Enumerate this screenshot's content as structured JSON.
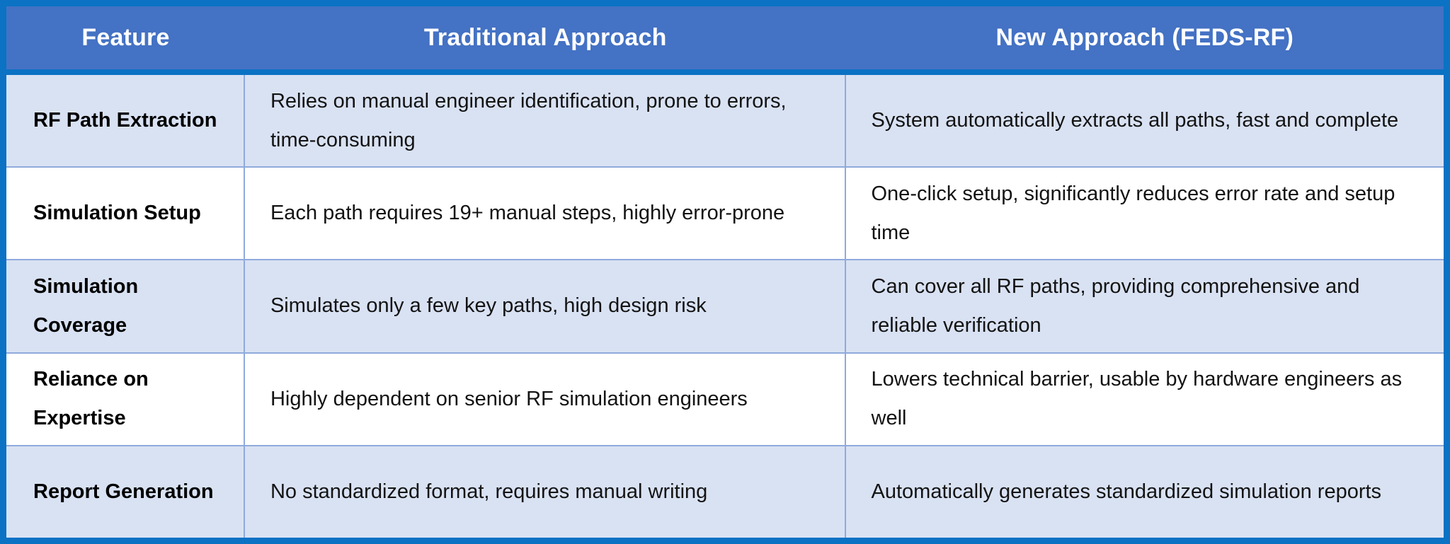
{
  "colors": {
    "outer_border": "#0b72c4",
    "header_fill": "#4472c4",
    "header_text": "#ffffff",
    "row_shade_fill": "#d9e2f3",
    "row_plain_fill": "#ffffff",
    "grid_line": "#8faadc",
    "body_text": "#131313"
  },
  "table": {
    "columns": [
      {
        "label": "Feature"
      },
      {
        "label": "Traditional Approach"
      },
      {
        "label": "New Approach (FEDS-RF)"
      }
    ],
    "rows": [
      {
        "feature": "RF Path Extraction",
        "traditional": "Relies on manual engineer identification, prone to errors, time-consuming",
        "new": "System automatically extracts all paths, fast and complete"
      },
      {
        "feature": "Simulation Setup",
        "traditional": "Each path requires 19+ manual steps, highly error-prone",
        "new": "One-click setup, significantly reduces error rate and setup time"
      },
      {
        "feature": "Simulation Coverage",
        "traditional": "Simulates only a few key paths, high design risk",
        "new": "Can cover all RF paths, providing comprehensive and reliable verification"
      },
      {
        "feature": "Reliance on Expertise",
        "traditional": "Highly dependent on senior RF simulation engineers",
        "new": "Lowers technical barrier, usable by hardware engineers as well"
      },
      {
        "feature": "Report Generation",
        "traditional": "No standardized format, requires manual writing",
        "new": "Automatically generates standardized simulation reports"
      }
    ]
  }
}
